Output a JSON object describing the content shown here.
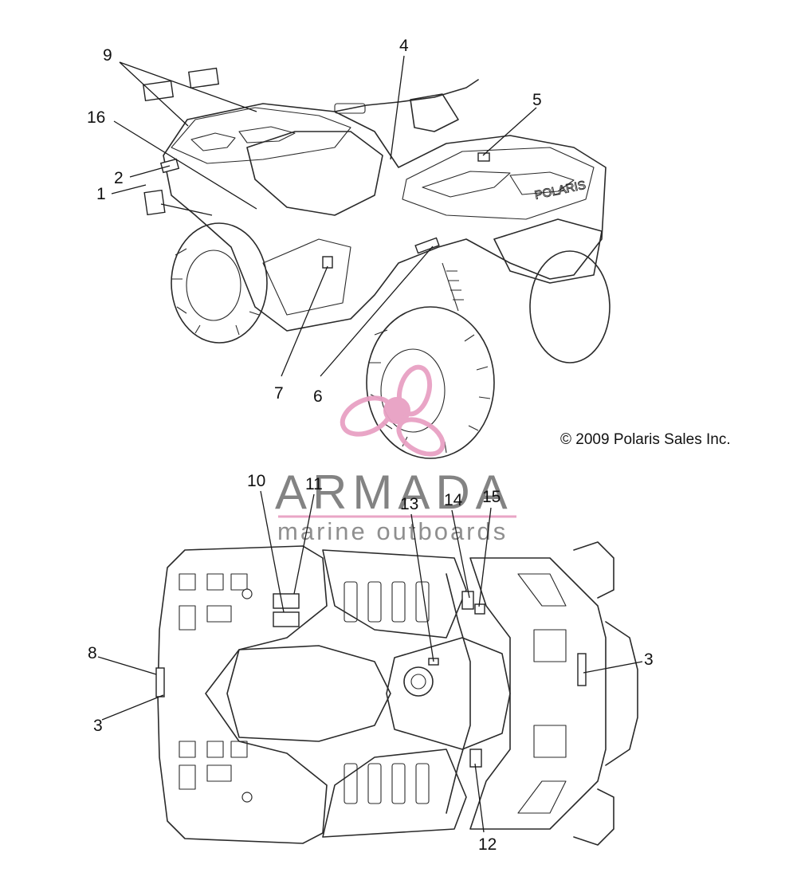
{
  "copyright": "© 2009 Polaris Sales Inc.",
  "watermark": {
    "brand": "ARMADA",
    "tagline": "marine outboards",
    "accent_color": "#e8a1c4",
    "text_color": "#7d7d7d"
  },
  "vehicle_marking": "POLARIS",
  "callouts": {
    "top_view": [
      "9",
      "16",
      "2",
      "1",
      "4",
      "5",
      "7",
      "6"
    ],
    "bottom_view": [
      "10",
      "11",
      "13",
      "14",
      "15",
      "8",
      "3",
      "3",
      "12"
    ]
  }
}
